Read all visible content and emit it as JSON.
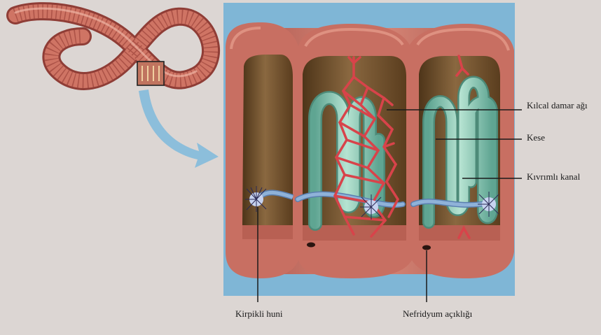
{
  "labels": {
    "capillary_network": "Kılcal damar ağı",
    "bladder": "Kese",
    "coiled_tubule": "Kıvrımlı kanal",
    "ciliated_funnel": "Kirpikli huni",
    "nephridiopore": "Nefridyum açıklığı"
  },
  "colors": {
    "background": "#dcd6d3",
    "panel_blue": "#7fb6d6",
    "body_wall": "#c86f62",
    "coelom_cavity": "#7a5a36",
    "tubule": "#8ec9b5",
    "capillary": "#d8434a",
    "funnel": "#8fb2d8",
    "leader_line": "#1a1a1a",
    "arrow": "#8cbedb"
  }
}
